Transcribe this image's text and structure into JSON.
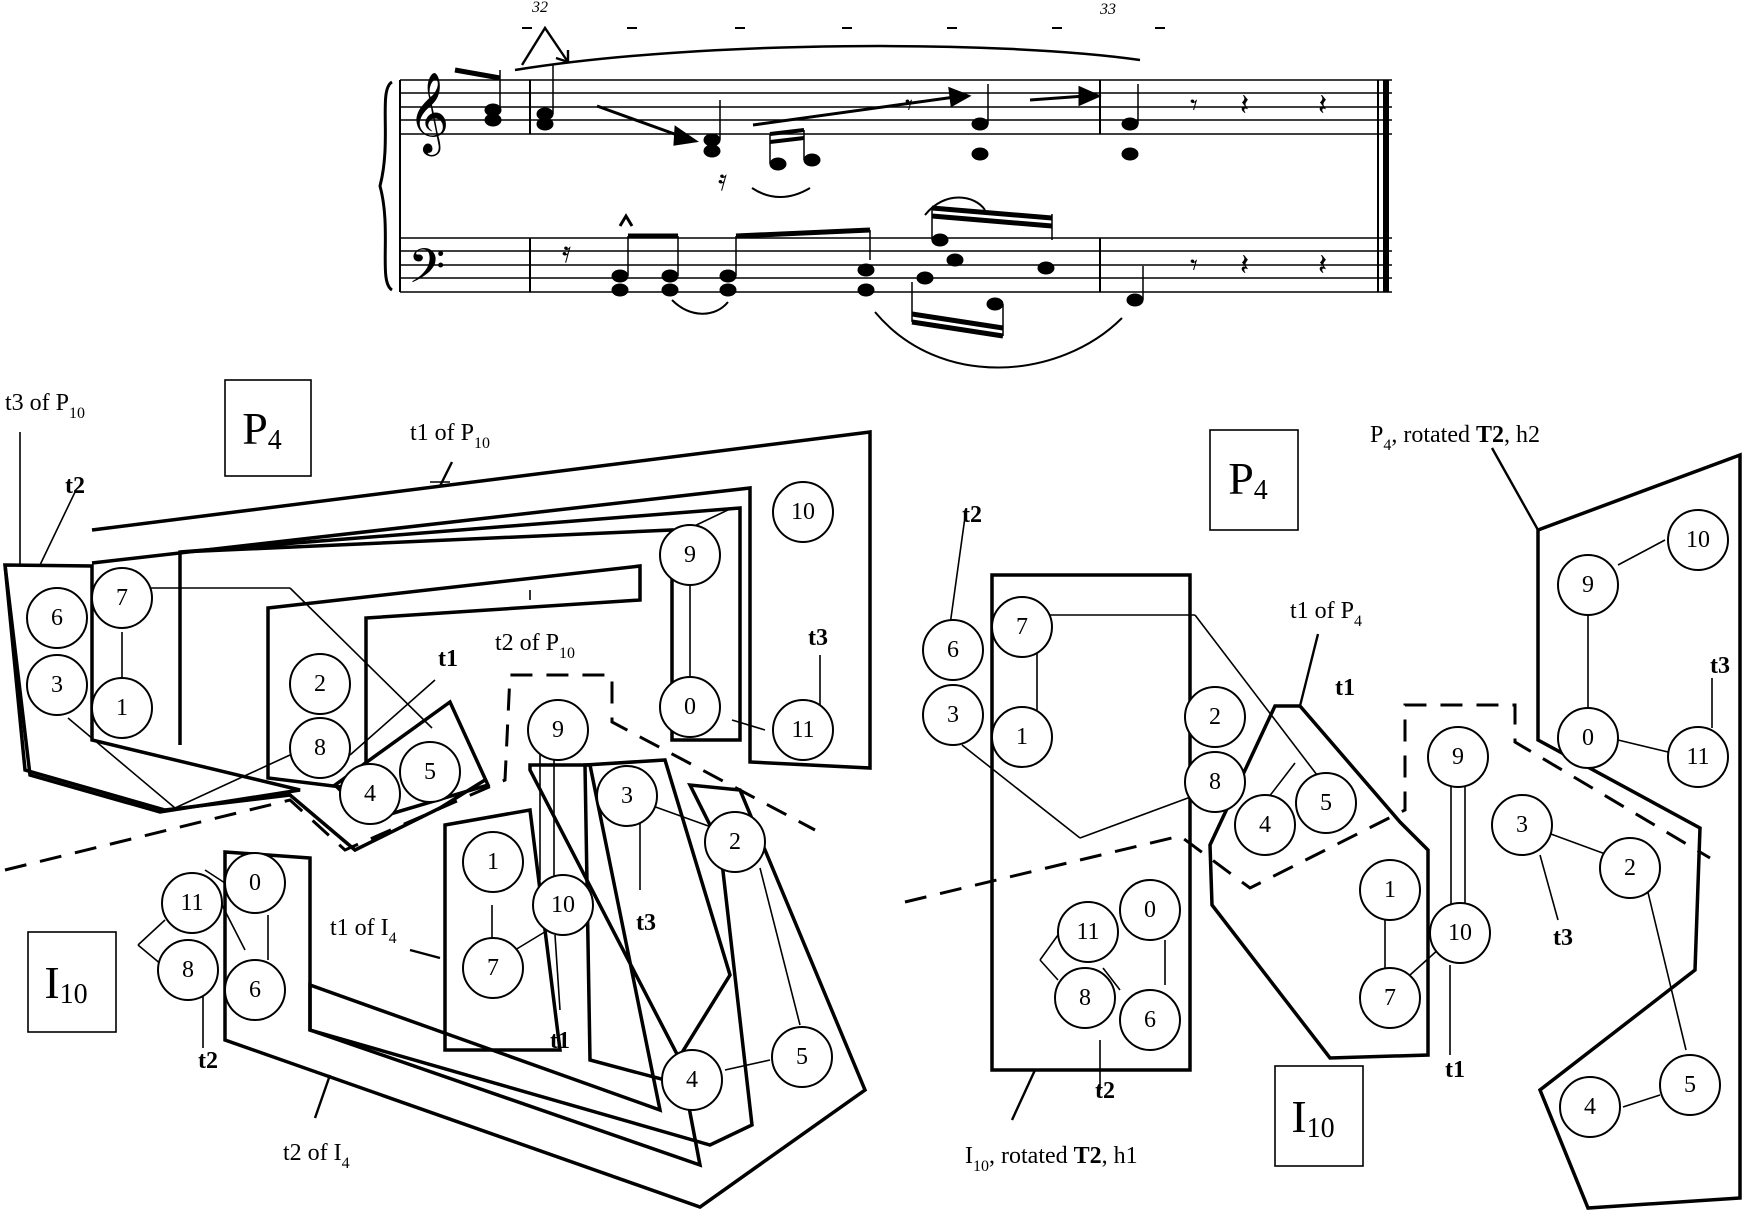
{
  "score": {
    "measure_numbers": [
      "32",
      "33"
    ]
  },
  "left_diagram": {
    "box_labels": {
      "p": "P",
      "p_sub": "4",
      "i": "I",
      "i_sub": "10"
    },
    "labels": {
      "t3_of": "t3 of P",
      "t3_of_sub": "10",
      "t1_of": "t1 of P",
      "t1_of_sub": "10",
      "t2_of": "t2 of P",
      "t2_of_sub": "10",
      "t1_of_i": "t1 of I",
      "t1_of_i_sub": "4",
      "t2_of_i": "t2 of I",
      "t2_of_i_sub": "4",
      "t1_a": "t1",
      "t1_b": "t1",
      "t2_a": "t2",
      "t2_b": "t2",
      "t3_a": "t3",
      "t3_b": "t3"
    },
    "nodes": [
      "6",
      "3",
      "7",
      "1",
      "2",
      "8",
      "4",
      "5",
      "9",
      "0",
      "10",
      "11",
      "9",
      "1",
      "10",
      "7",
      "3",
      "2",
      "4",
      "5",
      "0",
      "11",
      "8",
      "6"
    ]
  },
  "right_diagram": {
    "box_labels": {
      "p": "P",
      "p_sub": "4",
      "i": "I",
      "i_sub": "10"
    },
    "labels": {
      "p4_rot": "P",
      "p4_rot_sub": "4",
      "p4_rot_mid": ", rotated ",
      "p4_rot_bold": "T2",
      "p4_rot_end": ", h2",
      "i10_rot": "I",
      "i10_rot_sub": "10",
      "i10_rot_mid": ", rotated ",
      "i10_rot_bold": "T2",
      "i10_rot_end": ", h1",
      "t1_of_p4": "t1 of P",
      "t1_of_p4_sub": "4",
      "t2_a": "t2",
      "t2_b": "t2",
      "t1_a": "t1",
      "t1_b": "t1",
      "t3_a": "t3",
      "t3_b": "t3"
    },
    "nodes": [
      "6",
      "3",
      "7",
      "1",
      "2",
      "8",
      "4",
      "5",
      "9",
      "0",
      "10",
      "11",
      "9",
      "1",
      "10",
      "7",
      "3",
      "2",
      "4",
      "5",
      "0",
      "11",
      "8",
      "6"
    ]
  }
}
